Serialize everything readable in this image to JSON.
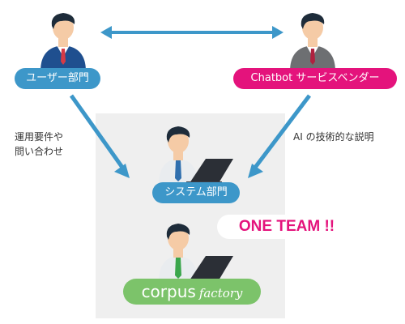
{
  "colors": {
    "accent_blue": "#3d97c9",
    "accent_pink": "#e4137c",
    "accent_green": "#7cc36a",
    "panel_bg": "#efefef"
  },
  "user_dept": {
    "label": "ユーザー部門"
  },
  "vendor": {
    "label": "Chatbot サービスベンダー"
  },
  "system_dept": {
    "label": "システム部門"
  },
  "notes": {
    "left": "運用要件や\n問い合わせ",
    "right": "AI の技術的な説明"
  },
  "one_team": {
    "label": "ONE TEAM !!"
  },
  "logo": {
    "main": "corpus",
    "sub": "factory"
  },
  "icons": [
    "user-dept-person-icon",
    "vendor-person-icon",
    "system-dept-person-icon",
    "corpus-factory-person-icon",
    "laptop-icon"
  ]
}
